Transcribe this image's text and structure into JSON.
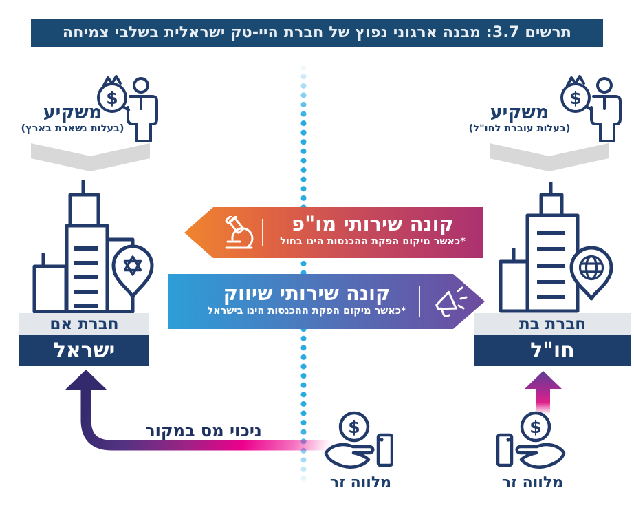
{
  "title": {
    "text": "תרשים 3.7: מבנה ארגוני נפוץ של חברת היי-טק ישראלית בשלבי צמיחה"
  },
  "investors": {
    "left": {
      "label": "משקיע",
      "sublabel": "(בעלות נשארת בארץ)"
    },
    "right": {
      "label": "משקיע",
      "sublabel": "(בעלות עוברת לחו\"ל)"
    }
  },
  "companies": {
    "left": {
      "type_label": "חברת אם",
      "location_label": "ישראל"
    },
    "right": {
      "type_label": "חברת בת",
      "location_label": "חו\"ל"
    }
  },
  "banners": {
    "rnd": {
      "label": "קונה שירותי מו\"פ",
      "note": "*כאשר מיקום הפקת ההכנסות הינו בחול",
      "direction": "left",
      "gradient": [
        "#f0852f",
        "#ab3170"
      ]
    },
    "marketing": {
      "label": "קונה שירותי שיווק",
      "note": "*כאשר מיקום הפקת ההכנסות הינו בישראל",
      "direction": "right",
      "gradient": [
        "#2d9ed8",
        "#6e4b9f"
      ]
    }
  },
  "tax": {
    "label": "ניכוי מס במקור"
  },
  "lenders": {
    "center": {
      "label": "מלווה זר"
    },
    "right": {
      "label": "מלווה זר"
    }
  },
  "icons": {
    "dollar": "$",
    "investor": "money-bag-person",
    "left_pin": "star-of-david-location-pin",
    "right_pin": "globe-location-pin",
    "rnd": "microscope",
    "marketing": "megaphone",
    "lender": "hand-coin-phone"
  },
  "colors": {
    "navy": "#1d3d6b",
    "title_bar": "#1a4971",
    "bar_gray": "#e3e7ec",
    "arrow_gray": "#d8d8d8",
    "dot_blue": "#29abe2",
    "tax_magenta": "#ec008c",
    "tax_indigo": "#332a6d"
  }
}
